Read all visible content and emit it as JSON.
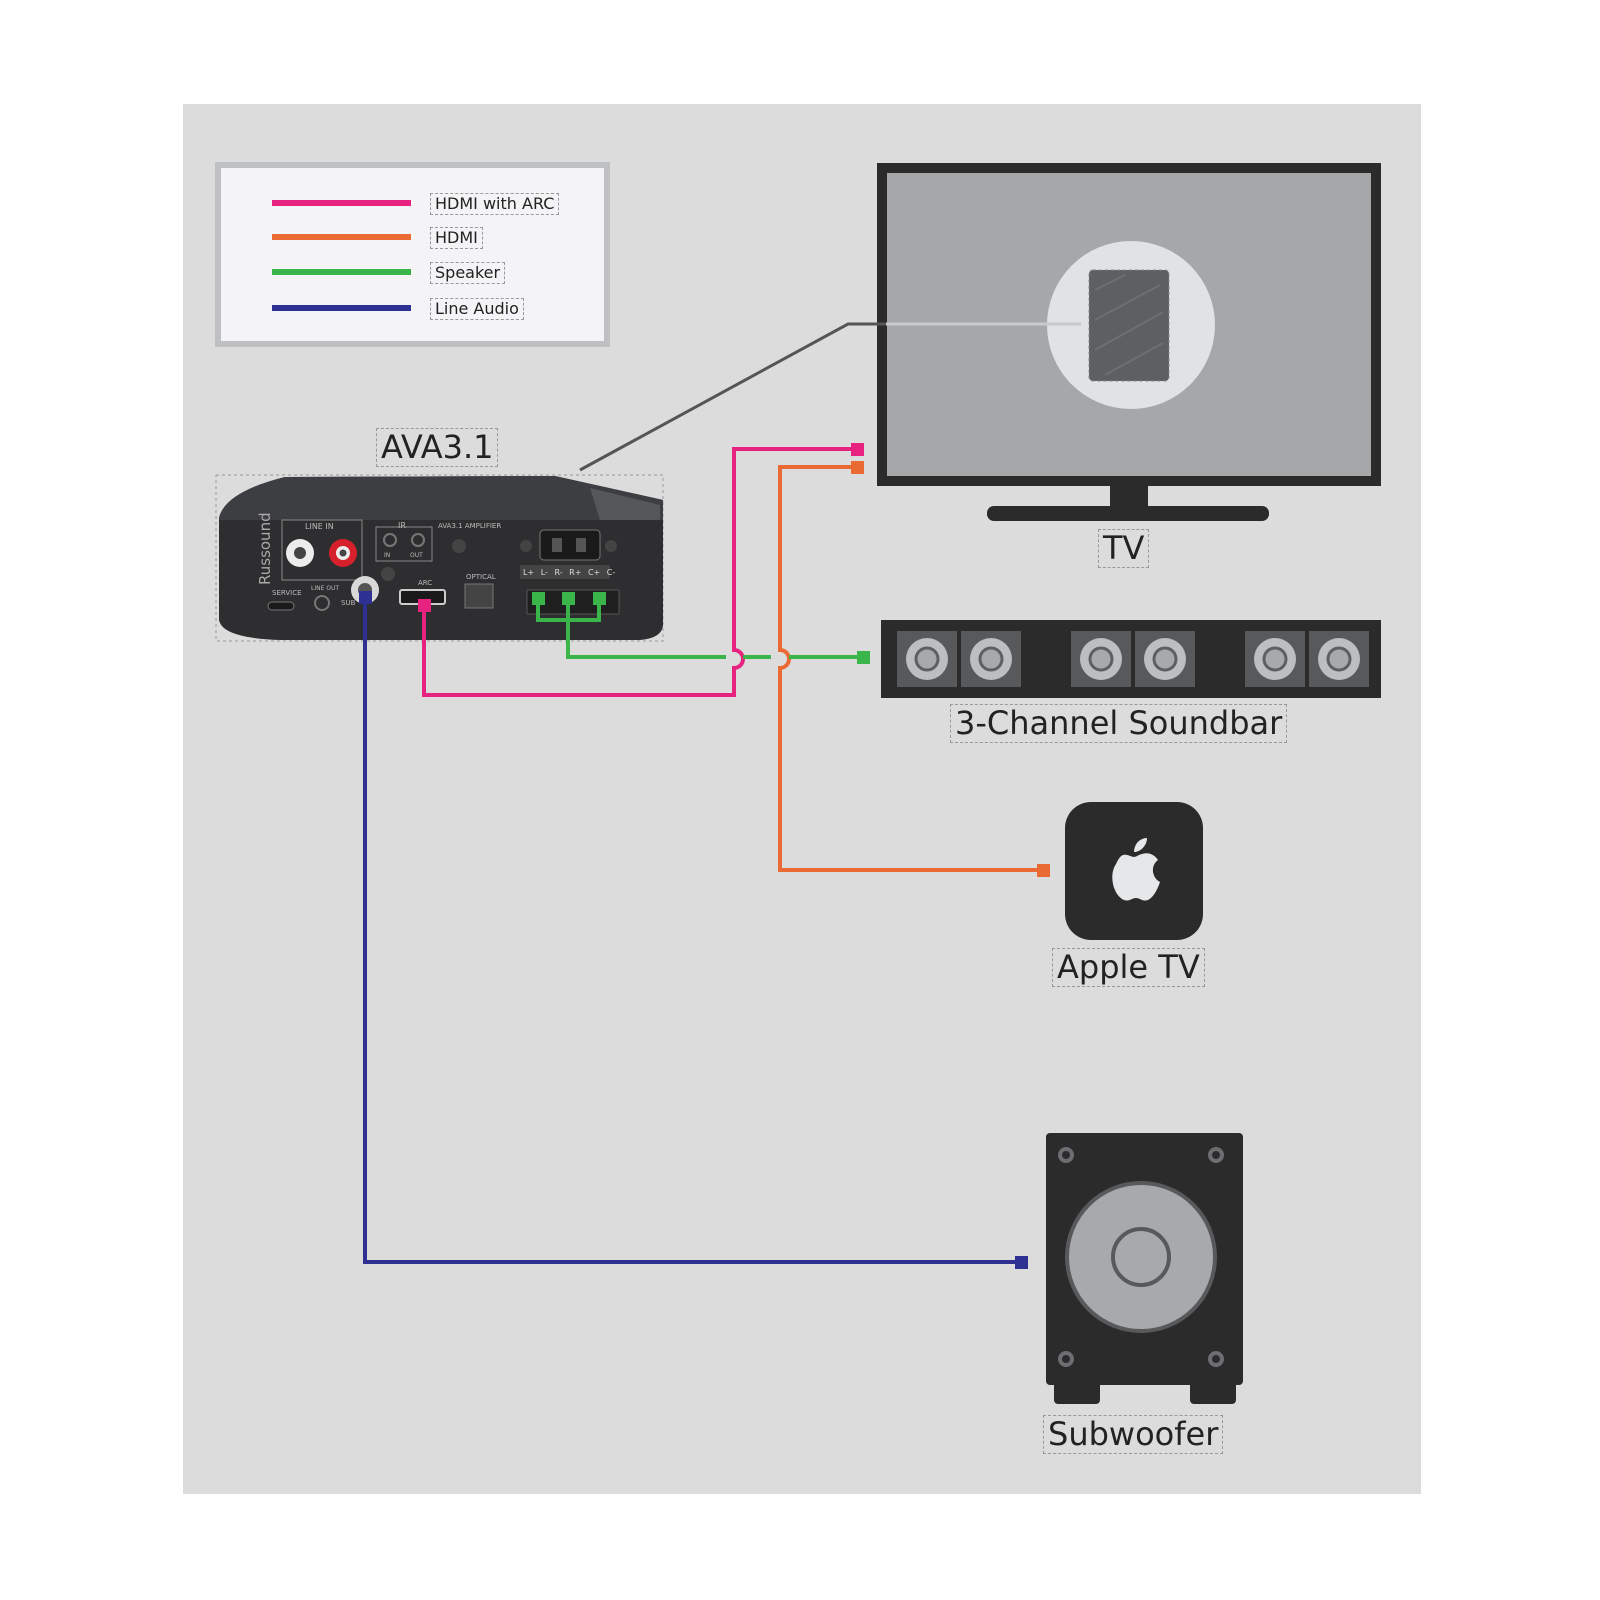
{
  "legend": {
    "items": [
      {
        "label": "HDMI with ARC",
        "color": "#e8237f"
      },
      {
        "label": "HDMI",
        "color": "#ea6a33"
      },
      {
        "label": "Speaker",
        "color": "#3ab54a"
      },
      {
        "label": "Line Audio",
        "color": "#2e3192"
      }
    ]
  },
  "devices": {
    "amplifier": {
      "label": "AVA3.1",
      "brand": "Russound",
      "panel": {
        "line_in": "LINE IN",
        "ir": "IR",
        "ir_in": "IN",
        "ir_out": "OUT",
        "model": "AVA3.1 AMPLIFIER",
        "service": "SERVICE",
        "line_out": "LINE OUT",
        "sub": "SUB",
        "arc": "ARC",
        "optical": "OPTICAL",
        "terminals": [
          "L+",
          "L-",
          "R-",
          "R+",
          "C+",
          "C-"
        ]
      }
    },
    "tv": {
      "label": "TV"
    },
    "soundbar": {
      "label": "3-Channel Soundbar"
    },
    "apple_tv": {
      "label": "Apple TV"
    },
    "subwoofer": {
      "label": "Subwoofer"
    }
  },
  "colors": {
    "background": "#dcdcdd",
    "device_dark": "#2b2b2b",
    "screen_gray": "#a5a7a9"
  }
}
